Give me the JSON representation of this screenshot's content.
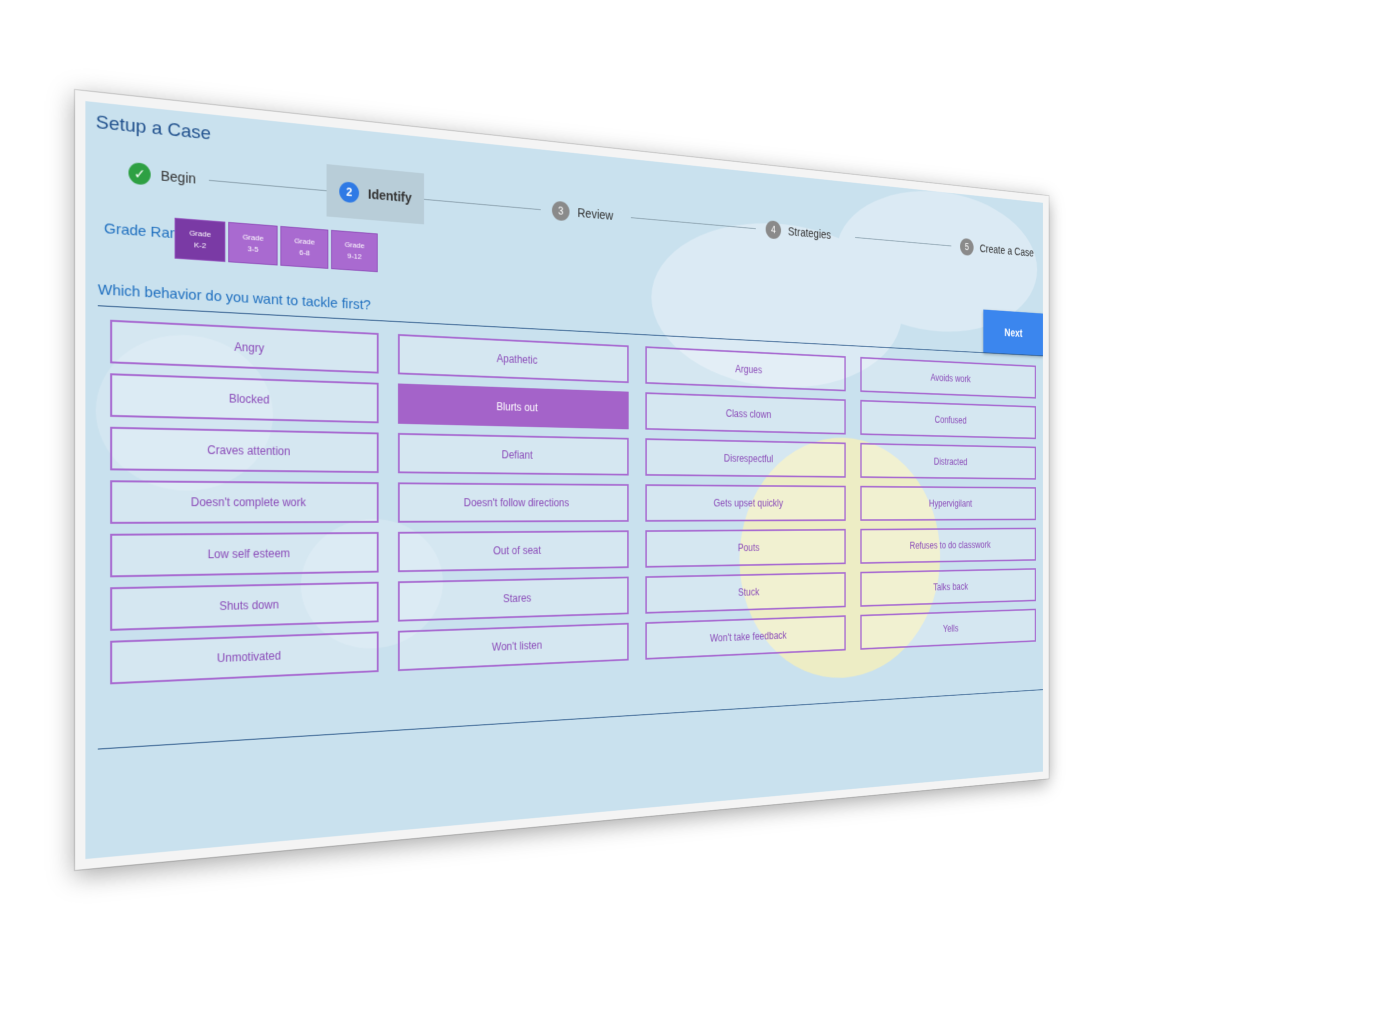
{
  "app": {
    "title": "Setup a Case"
  },
  "stepper": {
    "steps": [
      {
        "number": "",
        "label": "Begin",
        "state": "completed"
      },
      {
        "number": "2",
        "label": "Identify",
        "state": "active"
      },
      {
        "number": "3",
        "label": "Review",
        "state": "pending"
      },
      {
        "number": "4",
        "label": "Strategies",
        "state": "pending"
      },
      {
        "number": "5",
        "label": "Create a Case",
        "state": "pending"
      }
    ]
  },
  "grade_range": {
    "label": "Grade Range",
    "options": [
      {
        "line1": "Grade",
        "line2": "K-2",
        "selected": true
      },
      {
        "line1": "Grade",
        "line2": "3-5",
        "selected": false
      },
      {
        "line1": "Grade",
        "line2": "6-8",
        "selected": false
      },
      {
        "line1": "Grade",
        "line2": "9-12",
        "selected": false
      }
    ]
  },
  "question": "Which behavior do you want to tackle first?",
  "next_button": {
    "label": "Next"
  },
  "behaviors": {
    "columns": [
      [
        "Angry",
        "Blocked",
        "Craves attention",
        "Doesn't complete work",
        "Low self esteem",
        "Shuts down",
        "Unmotivated"
      ],
      [
        "Apathetic",
        "Blurts out",
        "Defiant",
        "Doesn't follow directions",
        "Out of seat",
        "Stares",
        "Won't listen"
      ],
      [
        "Argues",
        "Class clown",
        "Disrespectful",
        "Gets upset quickly",
        "Pouts",
        "Stuck",
        "Won't take feedback"
      ],
      [
        "Avoids work",
        "Confused",
        "Distracted",
        "Hypervigilant",
        "Refuses to do classwork",
        "Talks back",
        "Yells"
      ]
    ],
    "selected": "Blurts out"
  },
  "colors": {
    "accent_purple": "#a86bd1",
    "selected_purple": "#a463c9",
    "primary_blue": "#3b86ee",
    "completed_green": "#2ea043",
    "background": "#c9e1ee"
  }
}
